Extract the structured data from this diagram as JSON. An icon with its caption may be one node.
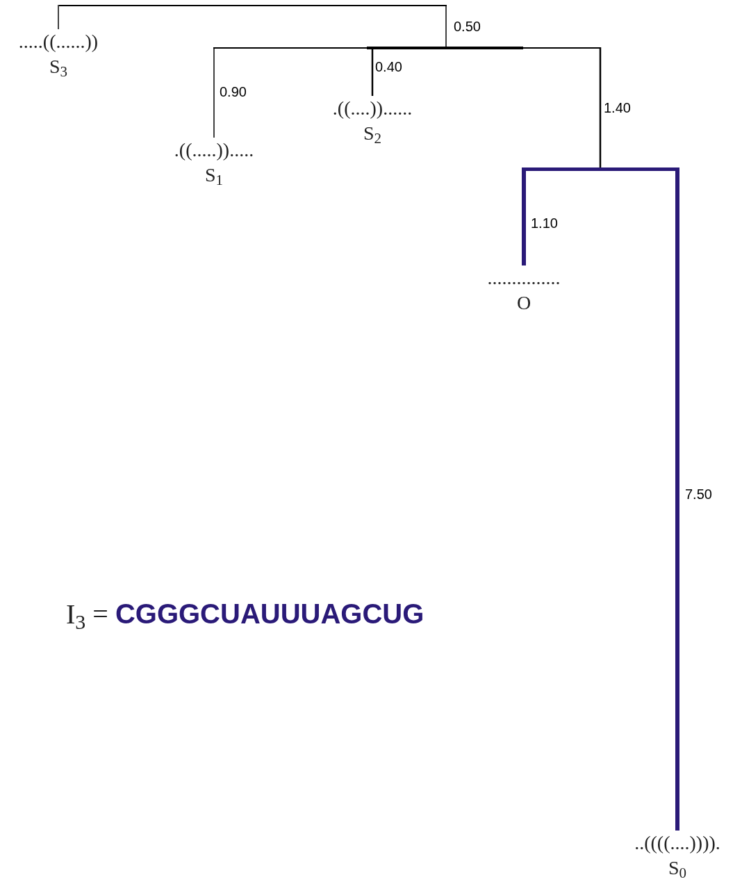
{
  "diagram": {
    "nodes": [
      {
        "text": [],
        "shape": "bar"
      },
      {
        "text": [
          ".....((......))",
          "S$_{3}$"
        ]
      },
      {
        "text": [],
        "shape": "bar"
      },
      {
        "text": [
          ".((.....)).....",
          "S$_{1}$"
        ]
      },
      {
        "text": [
          ".((....))......",
          "S$_{2}$"
        ]
      },
      {
        "text": [],
        "shape": "bar"
      },
      {
        "text": [
          "...............",
          "O"
        ]
      },
      {
        "text": [
          "..((((....)))).",
          "S$_{0}$"
        ]
      }
    ],
    "edges": [
      {
        "from": 0,
        "to": 1,
        "arrow": "none"
      },
      {
        "from": 0,
        "to": 2,
        "arrow": "none",
        "label": "0.50"
      },
      {
        "from": 2,
        "to": 3,
        "arrow": "none",
        "label": "0.90"
      },
      {
        "from": 2,
        "to": 4,
        "arrow": "none",
        "label": "0.40"
      },
      {
        "from": 2,
        "to": 5,
        "arrow": "none",
        "label": "1.40"
      },
      {
        "from": 5,
        "to": 6,
        "arrow": "none",
        "label": "1.10",
        "style": "thick",
        "color": "#2a1a78"
      },
      {
        "from": 5,
        "to": 7,
        "arrow": "none",
        "label": "7.50",
        "style": "thick",
        "color": "#2a1a78"
      }
    ],
    "labels": [
      "I$_{3}$ = **CGGGCUAUUUAGCUG**"
    ]
  }
}
